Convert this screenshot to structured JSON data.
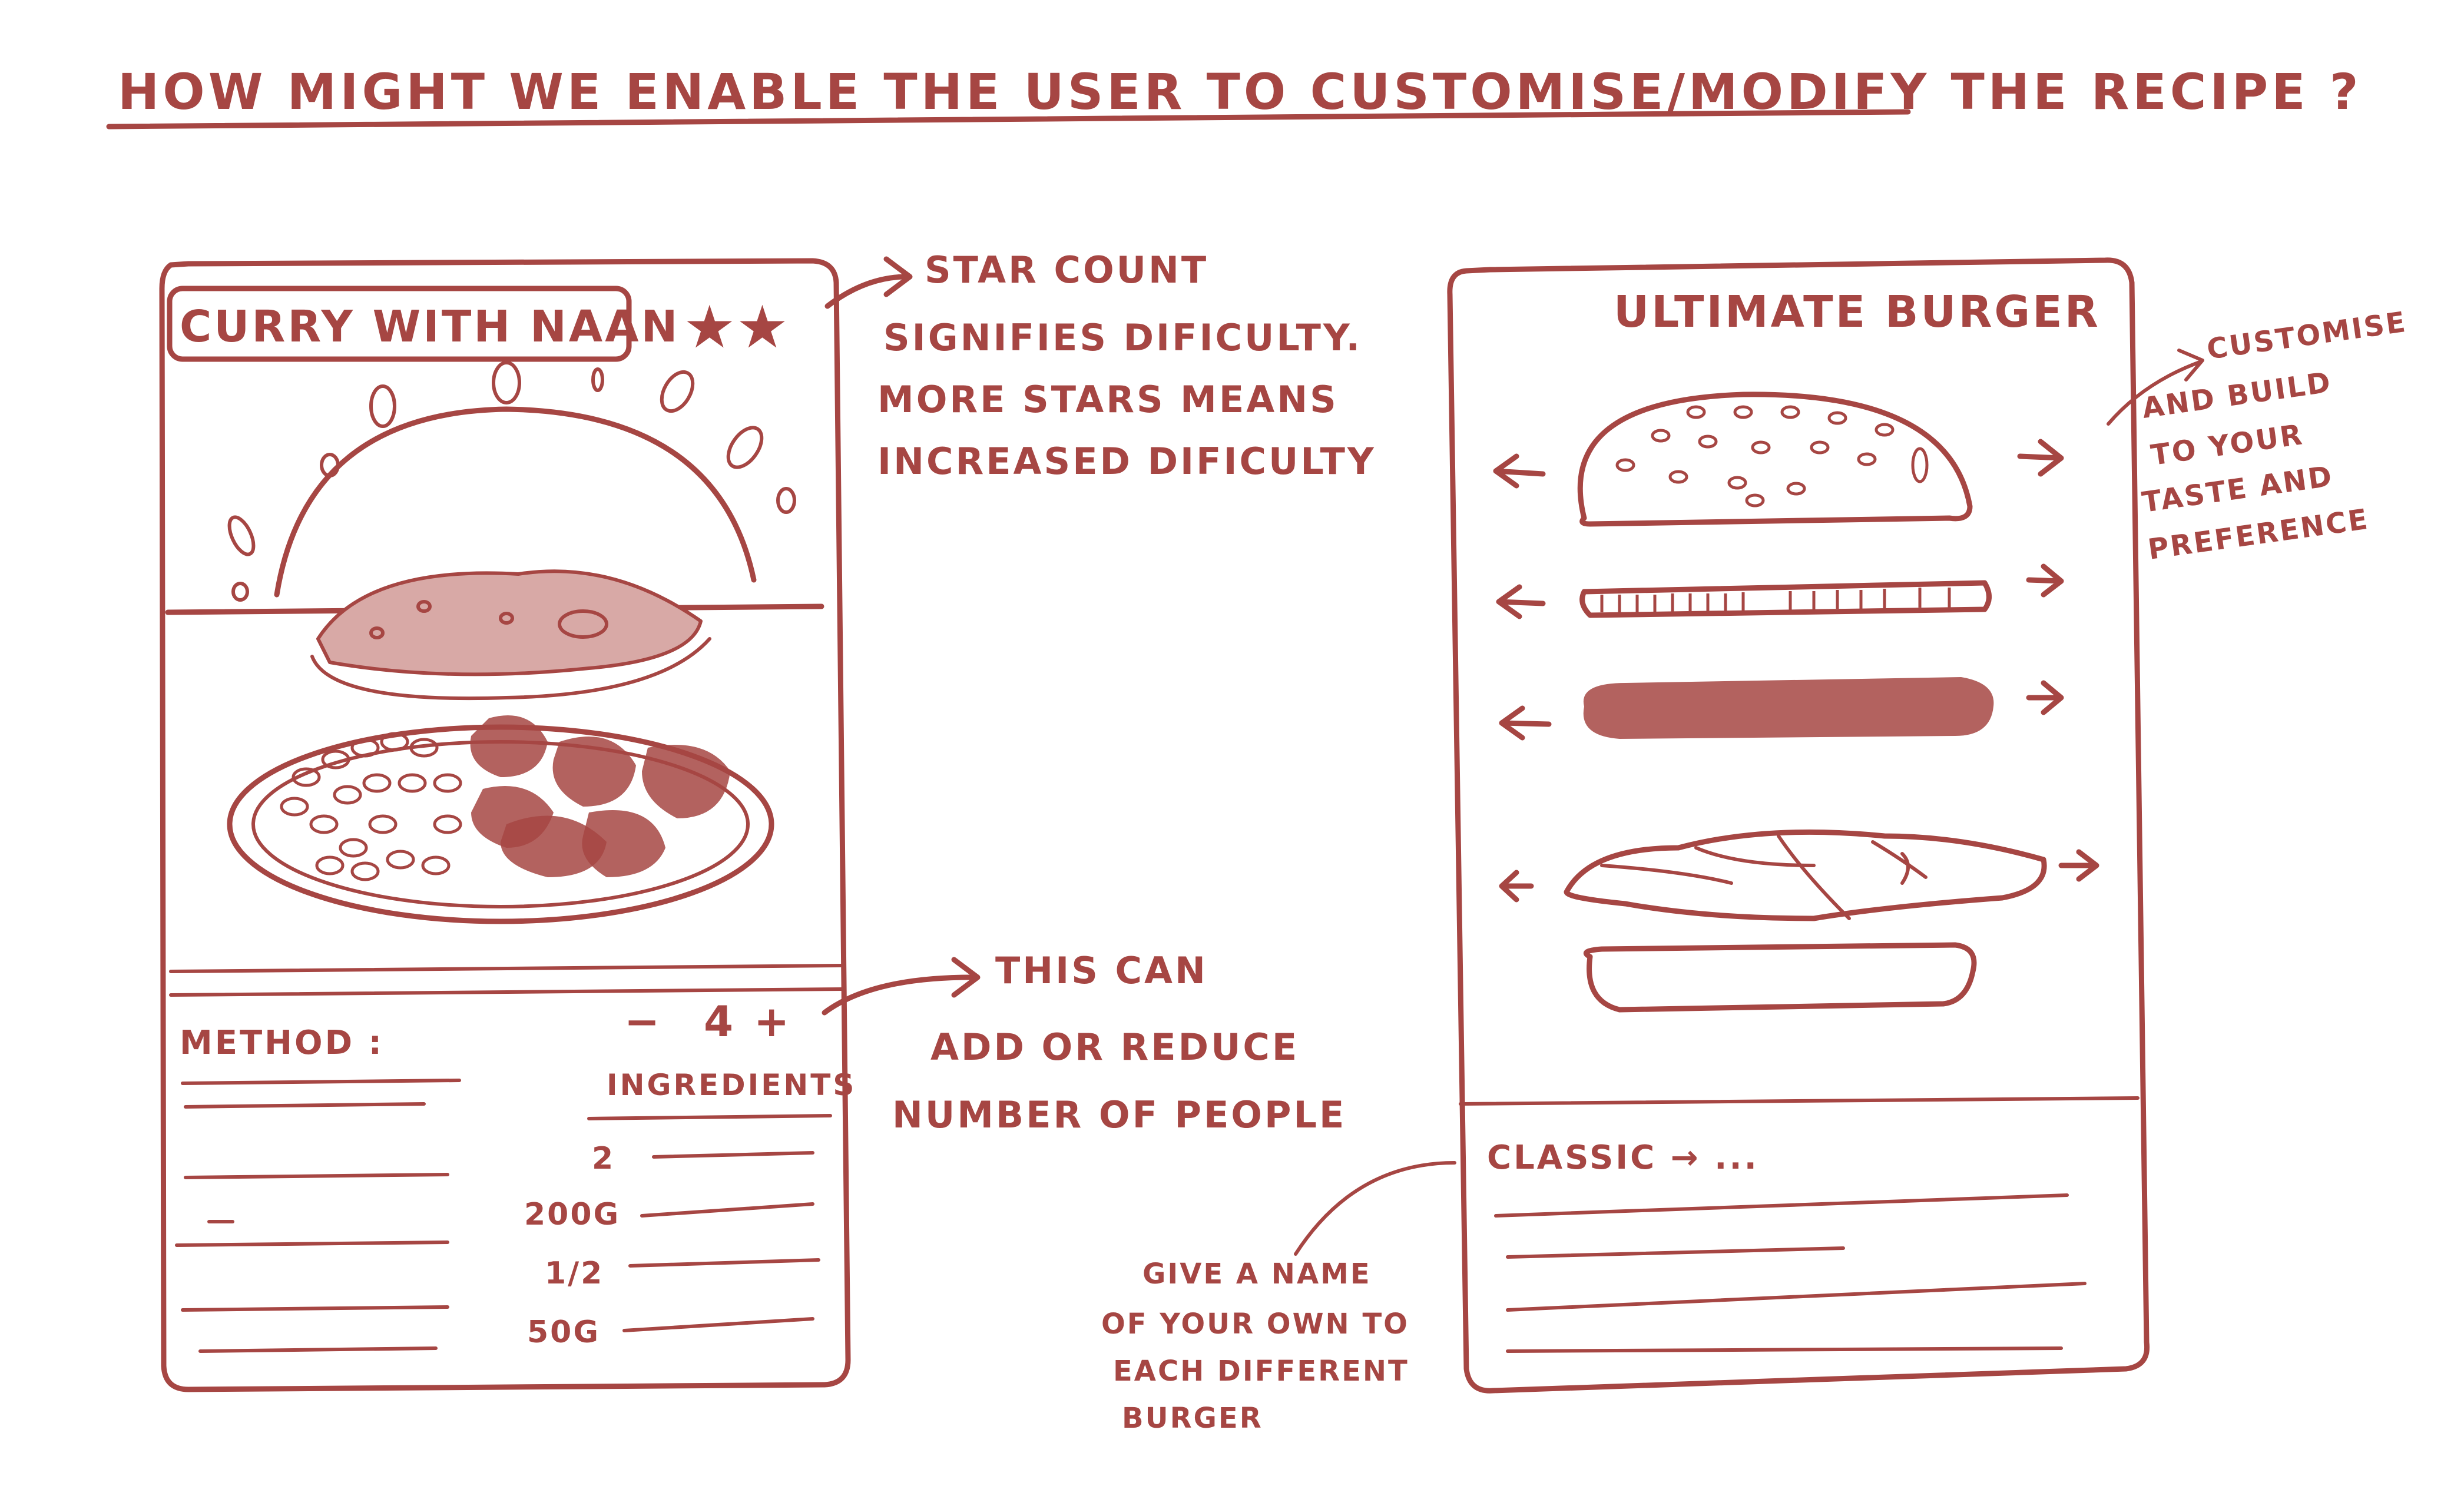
{
  "heading": "HOW MIGHT WE ENABLE THE USER TO CUSTOMISE/MODIFY THE RECIPE ?",
  "left_card": {
    "title": "CURRY WITH NAAN",
    "stars": "★★",
    "method_label": "METHOD :",
    "people_control": {
      "minus": "−",
      "count": "4",
      "plus": "+"
    },
    "ingredients_label": "INGREDIENTS",
    "ingredient_quantities": [
      "2",
      "200G",
      "1/2",
      "50G"
    ]
  },
  "right_card": {
    "title": "ULTIMATE BURGER",
    "variant_label": "CLASSIC → ..."
  },
  "annotations": {
    "star_count": [
      "STAR COUNT",
      "SIGNIFIES DIFICULTY.",
      "MORE STARS MEANS",
      "INCREASED DIFICULTY"
    ],
    "people": [
      "THIS CAN",
      "ADD OR REDUCE",
      "NUMBER OF PEOPLE"
    ],
    "customise": [
      "CUSTOMISE",
      "AND BUILD",
      "TO YOUR",
      "TASTE AND",
      "PREFERENCE"
    ],
    "name": [
      "GIVE A NAME",
      "OF YOUR OWN TO",
      "EACH DIFFERENT",
      "BURGER"
    ]
  },
  "colors": {
    "ink": "#a64643",
    "soft_fill": "#d8a9a6",
    "background": "#ffffff"
  }
}
